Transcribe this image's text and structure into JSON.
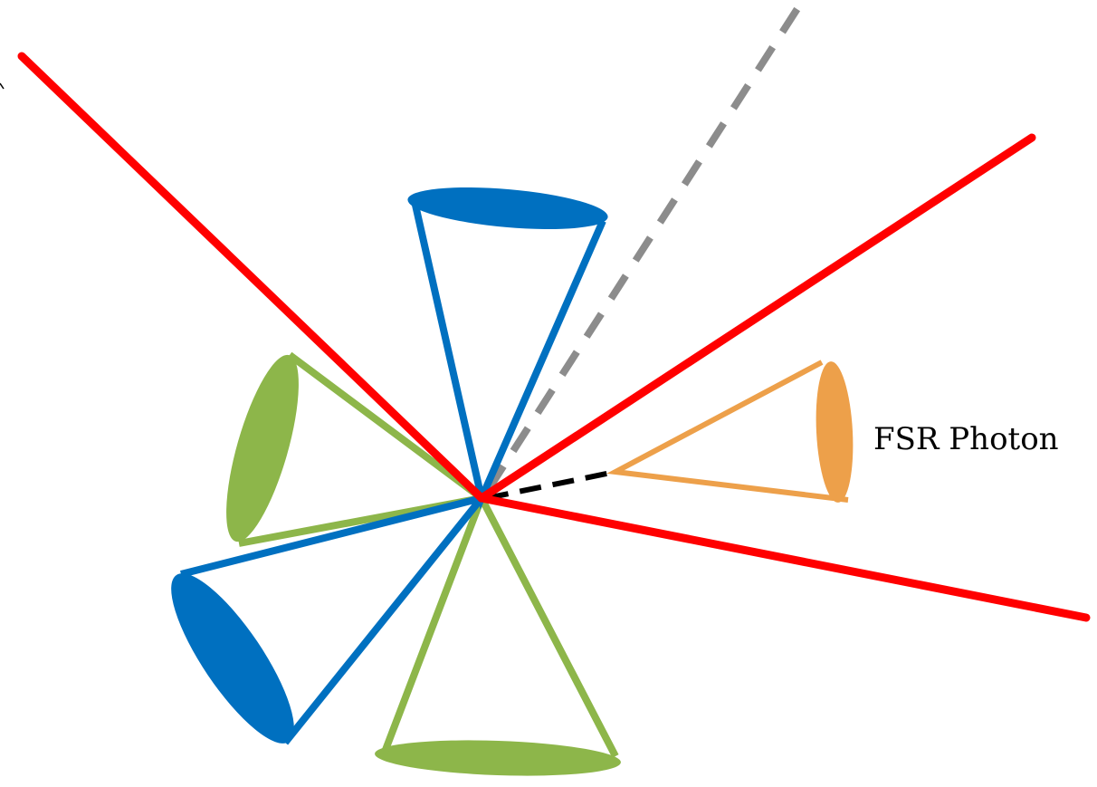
{
  "labels": {
    "fsr_photon": "FSR Photon"
  },
  "colors": {
    "lepton": "#ff0000",
    "jet_blue": "#0070c0",
    "jet_green": "#8db64a",
    "photon": "#eda04a",
    "missing_momentum": "#8c8c8c",
    "photon_link": "#000000"
  },
  "elements": {
    "leptons": [
      "lepton-track",
      "lepton-track",
      "lepton-track"
    ],
    "blue_jets": [
      "jet-cone-blue-top",
      "jet-cone-blue-lower-left"
    ],
    "green_jets": [
      "jet-cone-green-left",
      "jet-cone-green-bottom"
    ],
    "photon_cone": "fsr-photon-cone",
    "missing_track": "missing-momentum-dashed-line"
  }
}
